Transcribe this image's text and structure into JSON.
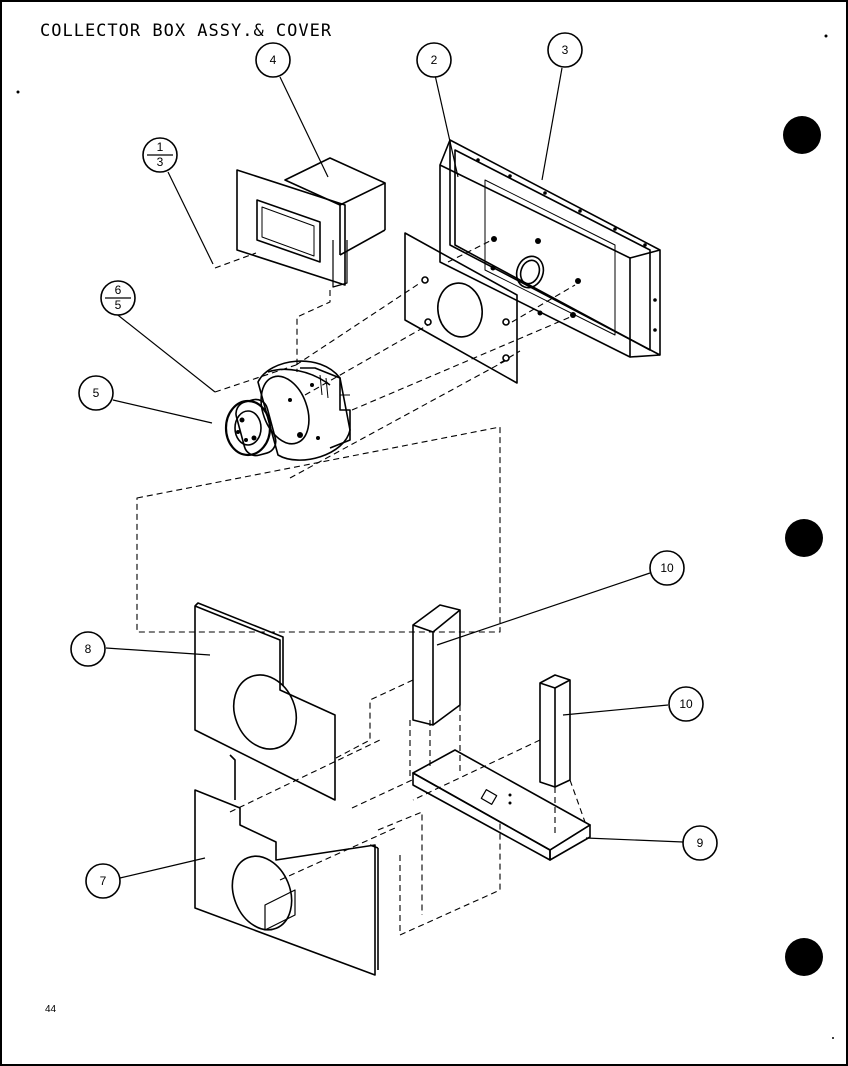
{
  "title": "COLLECTOR BOX ASSY.& COVER",
  "page_number": "44",
  "callouts": {
    "c1": {
      "num": "1",
      "den": "3"
    },
    "c2": "2",
    "c3": "3",
    "c4": "4",
    "c5": "5",
    "c6": {
      "num": "6",
      "den": "5"
    },
    "c7": "7",
    "c8": "8",
    "c9": "9",
    "c10a": "10",
    "c10b": "10"
  }
}
